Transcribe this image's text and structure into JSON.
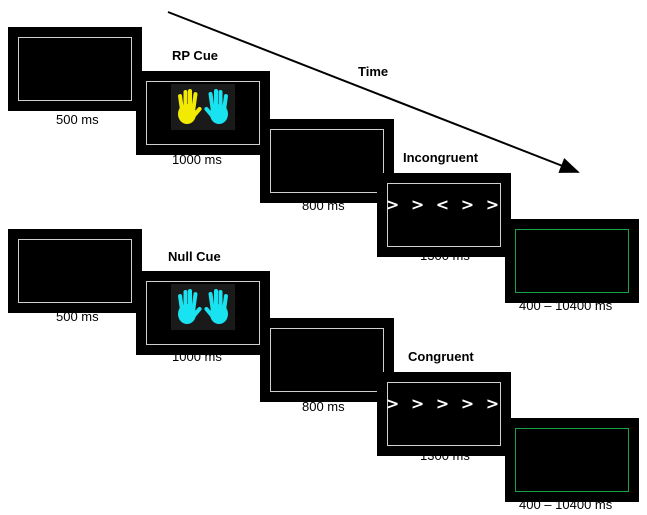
{
  "time_label": "Time",
  "colors": {
    "yellow_hand": "#f2ea00",
    "cyan_hand": "#19e3f0",
    "fixation_border": "#cfcfcf",
    "iti_border": "#19a34a"
  },
  "top": {
    "cue_label": "RP Cue",
    "flanker_label": "Incongruent",
    "flanker_stimulus": "> > < > >",
    "durations": {
      "fixation": "500 ms",
      "cue": "1000 ms",
      "delay": "800 ms",
      "flanker": "1300 ms",
      "iti": "400 – 10400 ms"
    }
  },
  "bottom": {
    "cue_label": "Null Cue",
    "flanker_label": "Congruent",
    "flanker_stimulus": "> > > > >",
    "durations": {
      "fixation": "500 ms",
      "cue": "1000 ms",
      "delay": "800 ms",
      "flanker": "1300 ms",
      "iti": "400 – 10400 ms"
    }
  }
}
